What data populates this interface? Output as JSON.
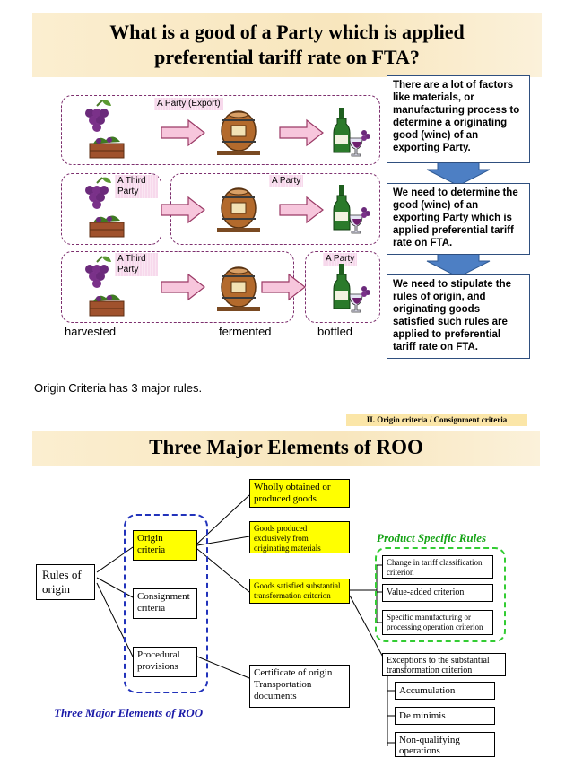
{
  "slide1": {
    "title_line1": "What is a good of a Party which is applied",
    "title_line2": "preferential tariff rate on FTA?",
    "labels": {
      "party_export": "A Party (Export)",
      "third_party_1": "A Third Party",
      "party_row2": "A Party",
      "third_party_2": "A Third Party",
      "party_row3": "A Party"
    },
    "stages": [
      "harvested",
      "fermented",
      "bottled"
    ],
    "info_boxes": [
      "There are a lot of factors like materials, or manufacturing process to determine a originating good (wine) of an exporting Party.",
      "We need to determine the good (wine) of an exporting Party which is applied preferential tariff rate on FTA.",
      "We need to stipulate the rules of origin, and originating goods satisfied such rules are applied to preferential tariff rate on FTA."
    ]
  },
  "caption": "Origin Criteria has 3 major rules.",
  "slide2": {
    "header_tag": "II. Origin criteria / Consignment criteria",
    "title": "Three Major Elements of ROO",
    "rules_of_origin": "Rules of origin",
    "elements": [
      "Origin criteria",
      "Consignment criteria",
      "Procedural provisions"
    ],
    "origin_types": [
      "Wholly obtained or produced goods",
      "Goods produced exclusively from originating materials",
      "Goods satisfied substantial transformation criterion"
    ],
    "procedural_docs": "Certificate of origin Transportation documents",
    "psr_title": "Product Specific Rules",
    "psr_items": [
      "Change in tariff classification criterion",
      "Value-added criterion",
      "Specific manufacturing or processing operation criterion"
    ],
    "exceptions_title": "Exceptions to the substantial transformation criterion",
    "exceptions": [
      "Accumulation",
      "De minimis",
      "Non-qualifying operations"
    ],
    "footer_link": "Three Major Elements of ROO"
  }
}
